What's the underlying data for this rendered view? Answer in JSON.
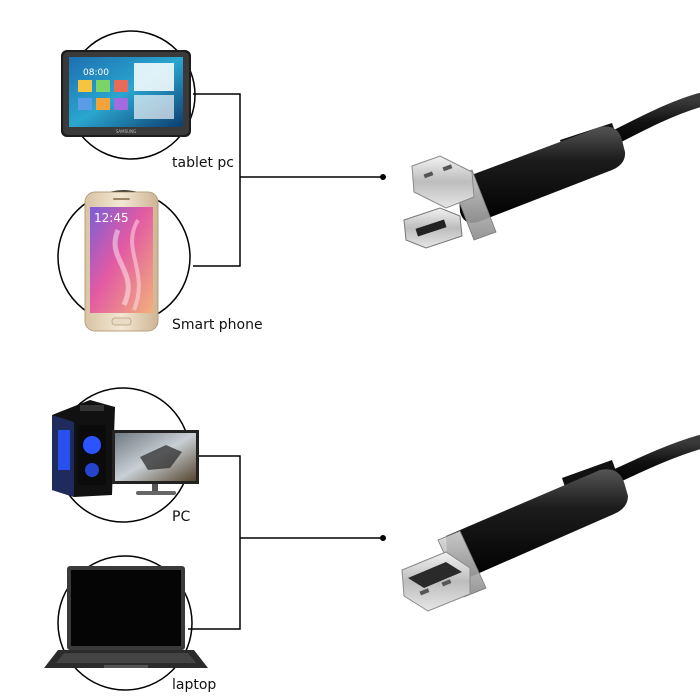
{
  "labels": {
    "tablet": "tablet pc",
    "phone": "Smart phone",
    "pc": "PC",
    "laptop": "laptop"
  },
  "device_screen_text": {
    "tablet_clock": "08:00",
    "tablet_brand": "SAMSUNG",
    "phone_clock": "12:45"
  },
  "colors": {
    "line": "#000000",
    "cable": "#1a1a1a",
    "connector_metal": "#cfcfcf",
    "tower_accent": "#2b53ff"
  }
}
